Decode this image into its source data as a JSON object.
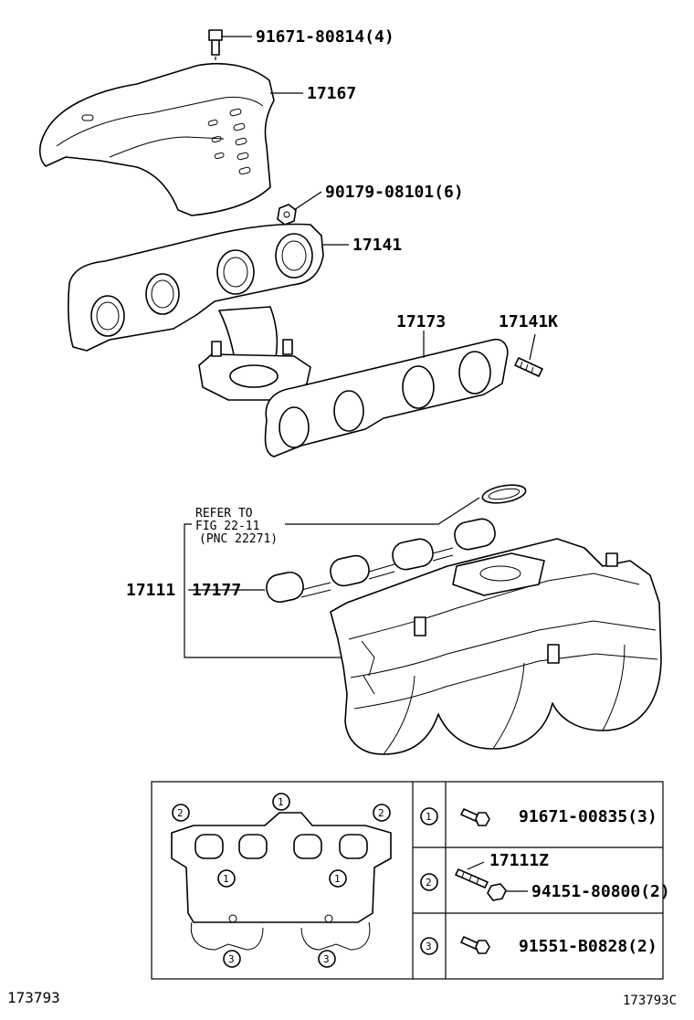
{
  "callouts": {
    "bolt_top": "91671-80814(4)",
    "heat_insulator": "17167",
    "nut": "90179-08101(6)",
    "exhaust_manifold": "17141",
    "gasket_exhaust": "17173",
    "stud": "17141K",
    "intake_manifold": "17111",
    "gasket_intake": "17177"
  },
  "refer": {
    "line1": "REFER TO",
    "line2": "FIG 22-11",
    "line3": "(PNC 22271)"
  },
  "legend": {
    "rows": [
      {
        "num": "1",
        "parts": [
          "91671-00835(3)"
        ]
      },
      {
        "num": "2",
        "parts": [
          "17111Z",
          "94151-80800(2)"
        ]
      },
      {
        "num": "3",
        "parts": [
          "91551-B0828(2)"
        ]
      }
    ],
    "inset_markers": [
      "2",
      "1",
      "2",
      "1",
      "1",
      "3",
      "3"
    ]
  },
  "footer": {
    "left_code": "173793",
    "right_code": "173793C"
  }
}
